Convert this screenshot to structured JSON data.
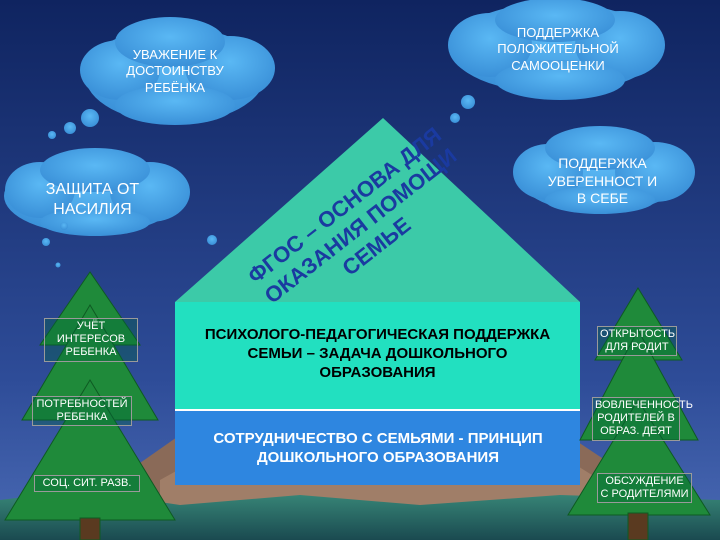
{
  "clouds": {
    "respect": "УВАЖЕНИЕ К ДОСТОИНСТВУ РЕБЁНКА",
    "self_esteem": "ПОДДЕРЖКА ПОЛОЖИТЕЛЬНОЙ САМООЦЕНКИ",
    "protection": "ЗАЩИТА ОТ НАСИЛИЯ",
    "confidence": "ПОДДЕРЖКА УВЕРЕННОСТ И В СЕБЕ"
  },
  "roof_text": {
    "line1": "ФГОС – ОСНОВА ДЛЯ",
    "line2": "ОКАЗАНИЯ ПОМОЩИ",
    "line3": "СЕМЬЕ"
  },
  "house": {
    "upper_text": "ПСИХОЛОГО-ПЕДАГОГИЧЕСКАЯ ПОДДЕРЖКА СЕМЬИ – ЗАДАЧА ДОШКОЛЬНОГО ОБРАЗОВАНИЯ",
    "lower_text": "СОТРУДНИЧЕСТВО С СЕМЬЯМИ - ПРИНЦИП ДОШКОЛЬНОГО ОБРАЗОВАНИЯ"
  },
  "left_tree": {
    "top": "УЧЁТ ИНТЕРЕСОВ РЕБЕНКА",
    "middle": "ПОТРЕБНОСТЕЙ РЕБЕНКА",
    "bottom": "СОЦ. СИТ. РАЗВ."
  },
  "right_tree": {
    "top": "ОТКРЫТОСТЬ ДЛЯ РОДИТ",
    "middle": "ВОВЛЕЧЕННОСТЬ РОДИТЕЛЕЙ В ОБРАЗ. ДЕЯТ",
    "bottom": "ОБСУЖДЕНИЕ С РОДИТЕЛЯМИ"
  },
  "colors": {
    "sky_top": "#102a66",
    "sky_bottom": "#3a5caa",
    "cloud": "#4aa6e8",
    "roof": "#3ccaa8",
    "roof_text": "#1a3aa0",
    "house_upper": "#22e0c0",
    "house_lower": "#2e86e0",
    "tree": "#1f8a3a",
    "mountain": "#9a7660"
  }
}
